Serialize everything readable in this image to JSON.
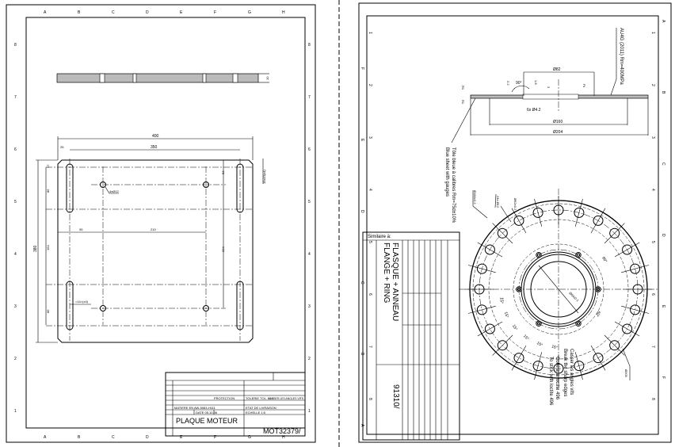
{
  "left_sheet": {
    "title": "PLAQUE MOTEUR",
    "drawing_number": "MOT32379/",
    "columns": [
      "A",
      "B",
      "C",
      "D",
      "E",
      "F",
      "G",
      "H"
    ],
    "rows": [
      "1",
      "2",
      "3",
      "4",
      "5",
      "6",
      "7",
      "8"
    ],
    "dimensions": {
      "width_overall": "400",
      "slot_spacing": "350",
      "offset_left": "25",
      "height_overall": "380",
      "thickness": "10",
      "chamfer": "15x10(x4)",
      "hole_spec": "4xØ12",
      "slot_spec": "=14=(x4)",
      "d17": "17",
      "d86a": "86",
      "d154": "154",
      "d86b": "86",
      "d95": "95",
      "d210": "210",
      "d53": "53",
      "d224": "224"
    },
    "title_block": {
      "scale": "ECHELLE 1:5",
      "date": "DATE 05.10.06",
      "protection": "PROTECTION",
      "tolerance": "TOLERIE TOL. ±0.1",
      "edges": "CASSER LES ANGLES VIFS",
      "material": "MATIERE EN AW-5083-H111",
      "finish": "ETAT DE LIVRAISON"
    }
  },
  "right_sheet": {
    "similar_label": "Similaire à:",
    "title_fr": "FLASQUE + ANNEAU",
    "title_en": "FLANGE + RING",
    "drawing_number": "91310/",
    "columns": [
      "A",
      "B",
      "C",
      "D",
      "E",
      "F"
    ],
    "rows": [
      "1",
      "2",
      "3",
      "4",
      "5",
      "6",
      "7",
      "8"
    ],
    "material_note": "AU4G (2011) Rm=400MPa",
    "sheet_note_fr": "Tôle bleue à calibres Rm=75d±10%",
    "sheet_note_en": "Blue sheet with gauges",
    "notes": [
      "Casser les angles vifs",
      "Break the sharp edges",
      "Collé à la loctite 496",
      "To stick with loctite 496"
    ],
    "dimensions": {
      "d82": "Ø82",
      "d160": "Ø160",
      "d204": "Ø204",
      "holes6": "6x Ø4.2",
      "angle90": "90°",
      "d22": "2.2",
      "d18": "1.8",
      "d3": "3",
      "d2": "2",
      "r1a": "R1",
      "r1b": "R1",
      "holes24": "24x Ø12",
      "d184": "Ø184±0.2",
      "d62": "Ø62±0.2",
      "d64": "Ø64±0.1",
      "d205": "Ø205",
      "a60": "60°",
      "a15": [
        "15°",
        "15°",
        "15°",
        "15°",
        "15°",
        "15°"
      ]
    }
  }
}
